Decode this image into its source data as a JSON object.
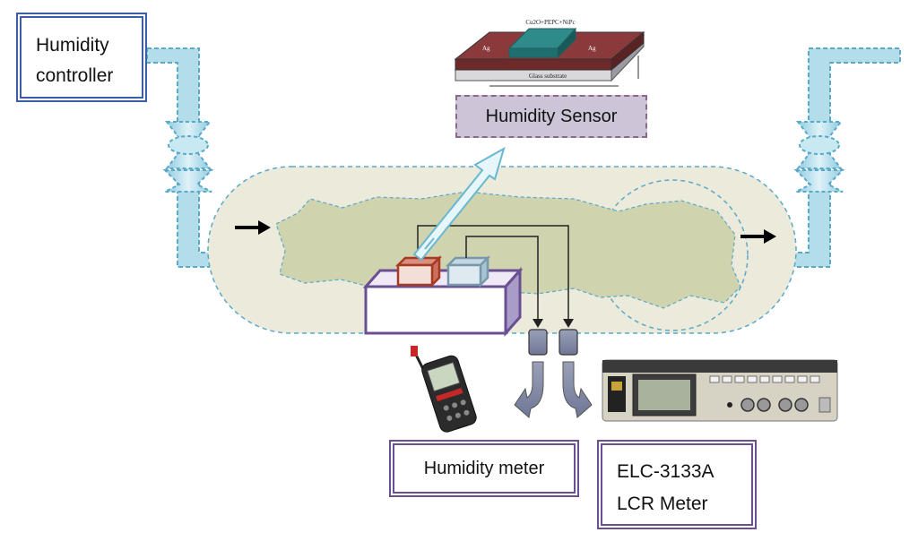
{
  "labels": {
    "humidity_controller": [
      "Humidity",
      "controller"
    ],
    "humidity_sensor": "Humidity Sensor",
    "humidity_meter": "Humidity meter",
    "lcr_meter": [
      "ELC-3133A",
      "LCR Meter"
    ]
  },
  "sensor_device": {
    "top_label": "Cu2O+PEPC+NiPc",
    "electrode_left": "Ag",
    "electrode_right": "Ag",
    "substrate": "Glass substrate"
  },
  "colors": {
    "pipe": "#b3dde8",
    "pipe_border": "#5aa9c9",
    "chamber": "#eceadb",
    "cloud": "#cfd3ae",
    "box_border": "#6a4f93",
    "controller_border": "#3a5fa8"
  },
  "icons": [
    "flow-arrow-icon",
    "valve-icon",
    "probe-arrow-icon",
    "connector-plug-icon",
    "handheld-hygrometer-icon",
    "lcr-meter-device-icon"
  ]
}
